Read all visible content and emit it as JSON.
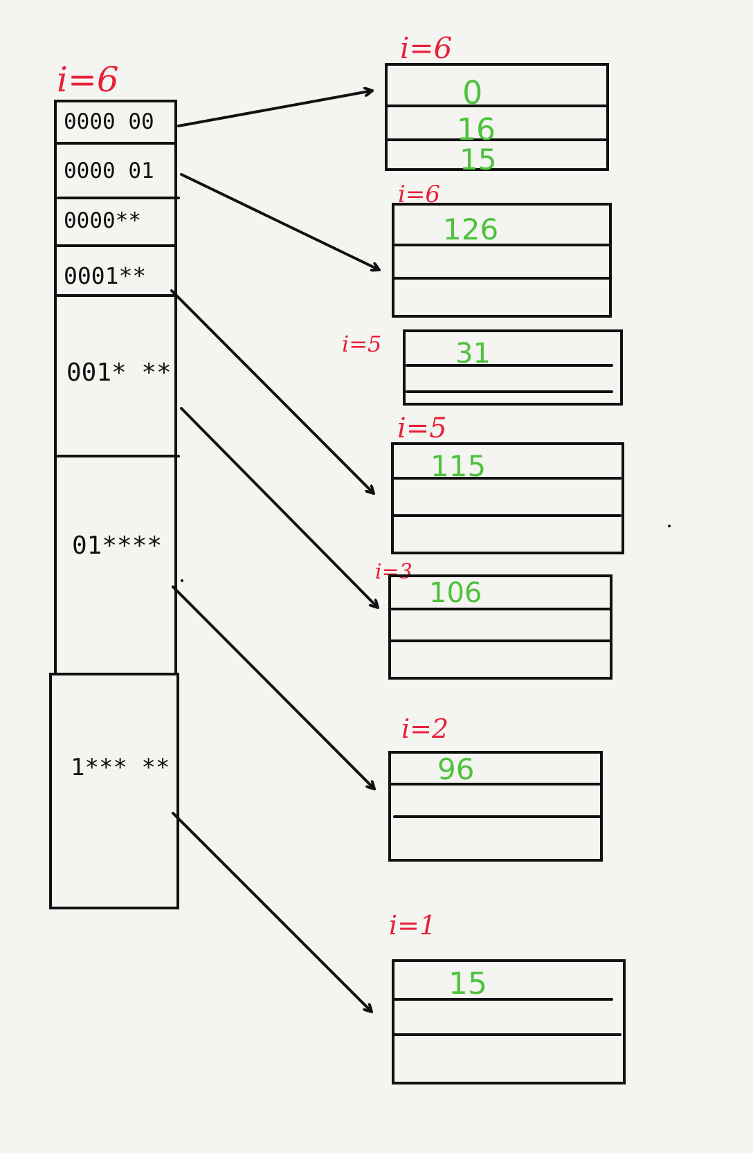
{
  "directory": {
    "depth_label": "i=6",
    "entries": [
      "0000 00",
      "0000 01",
      "0000**",
      "0001**",
      "001* **",
      "01****",
      "1*** **"
    ]
  },
  "buckets": [
    {
      "depth_label": "i=6",
      "values": [
        "0",
        "16",
        "15"
      ]
    },
    {
      "depth_label": "i=6",
      "values": [
        "126",
        "",
        ""
      ]
    },
    {
      "depth_label": "i=5",
      "values": [
        "31",
        ""
      ]
    },
    {
      "depth_label": "i=5",
      "values": [
        "115",
        "",
        ""
      ]
    },
    {
      "depth_label": "i=3",
      "values": [
        "106",
        "",
        ""
      ]
    },
    {
      "depth_label": "i=2",
      "values": [
        "96",
        "",
        ""
      ]
    },
    {
      "depth_label": "i=1",
      "values": [
        "15",
        "",
        ""
      ]
    }
  ],
  "colors": {
    "ink": "#111111",
    "label_red": "#e8203a",
    "value_green": "#4ec23d",
    "paper": "#f4f4f0"
  }
}
